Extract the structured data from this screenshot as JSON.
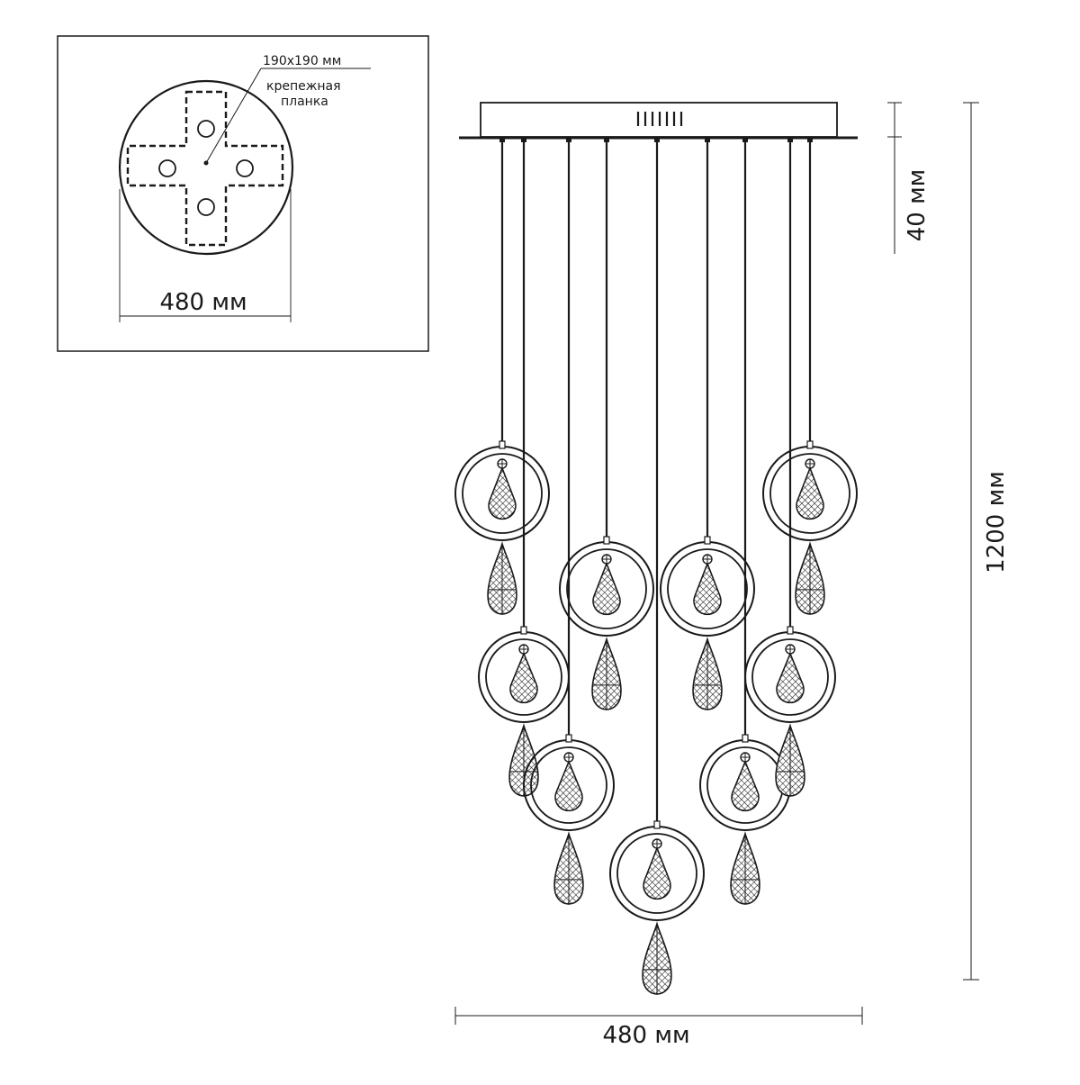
{
  "inset": {
    "plate_size_label": "190x190 мм",
    "plate_caption_line1": "крепежная",
    "plate_caption_line2": "планка",
    "base_width_label": "480 мм"
  },
  "dimensions": {
    "width_label": "480 мм",
    "height_label": "1200 мм",
    "canopy_height_label": "40 мм"
  },
  "colors": {
    "line": "#1a1a1a",
    "background": "#ffffff"
  }
}
